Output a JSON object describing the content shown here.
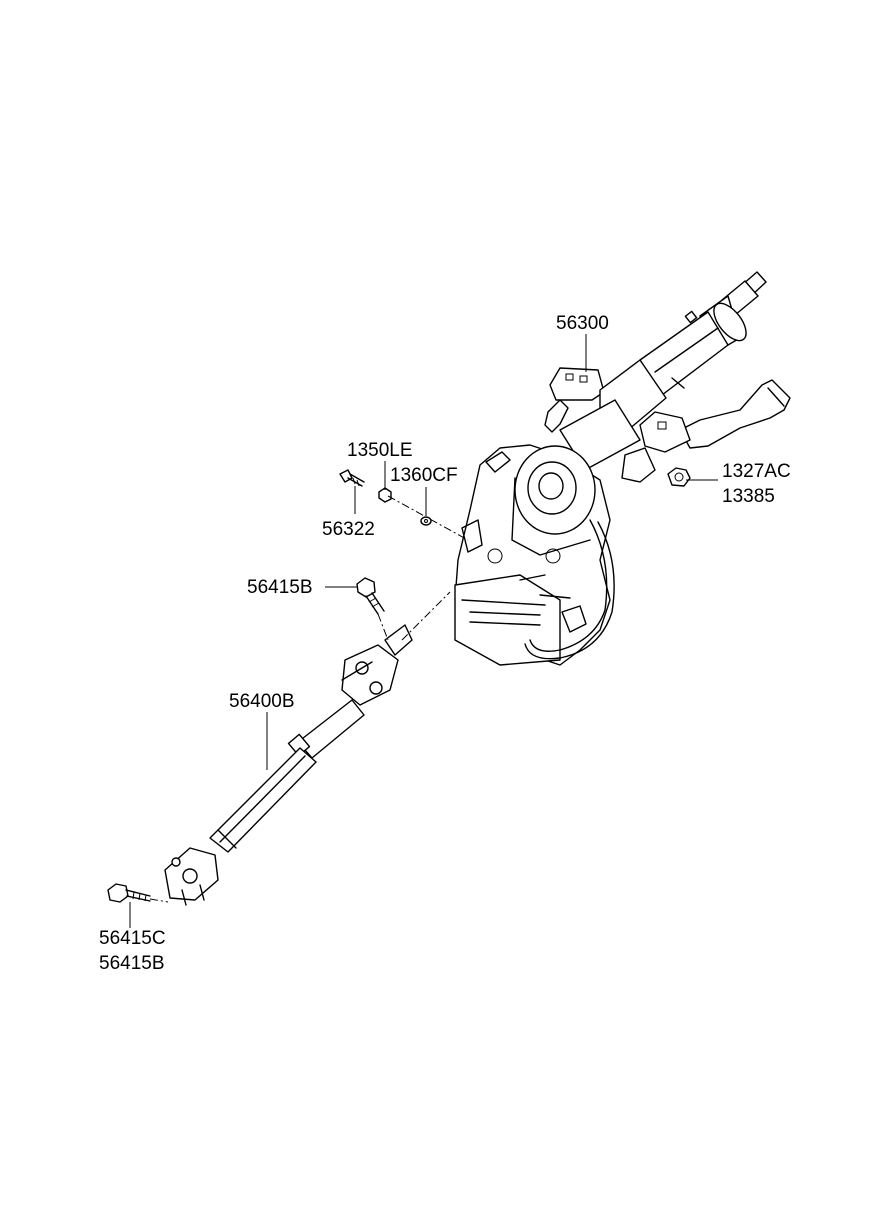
{
  "labels": {
    "p56300": "56300",
    "p1350LE": "1350LE",
    "p1360CF": "1360CF",
    "p56322": "56322",
    "p1327AC": "1327AC",
    "p13385": "13385",
    "p56415B_top": "56415B",
    "p56400B": "56400B",
    "p56415C": "56415C",
    "p56415B_bottom": "56415B"
  }
}
